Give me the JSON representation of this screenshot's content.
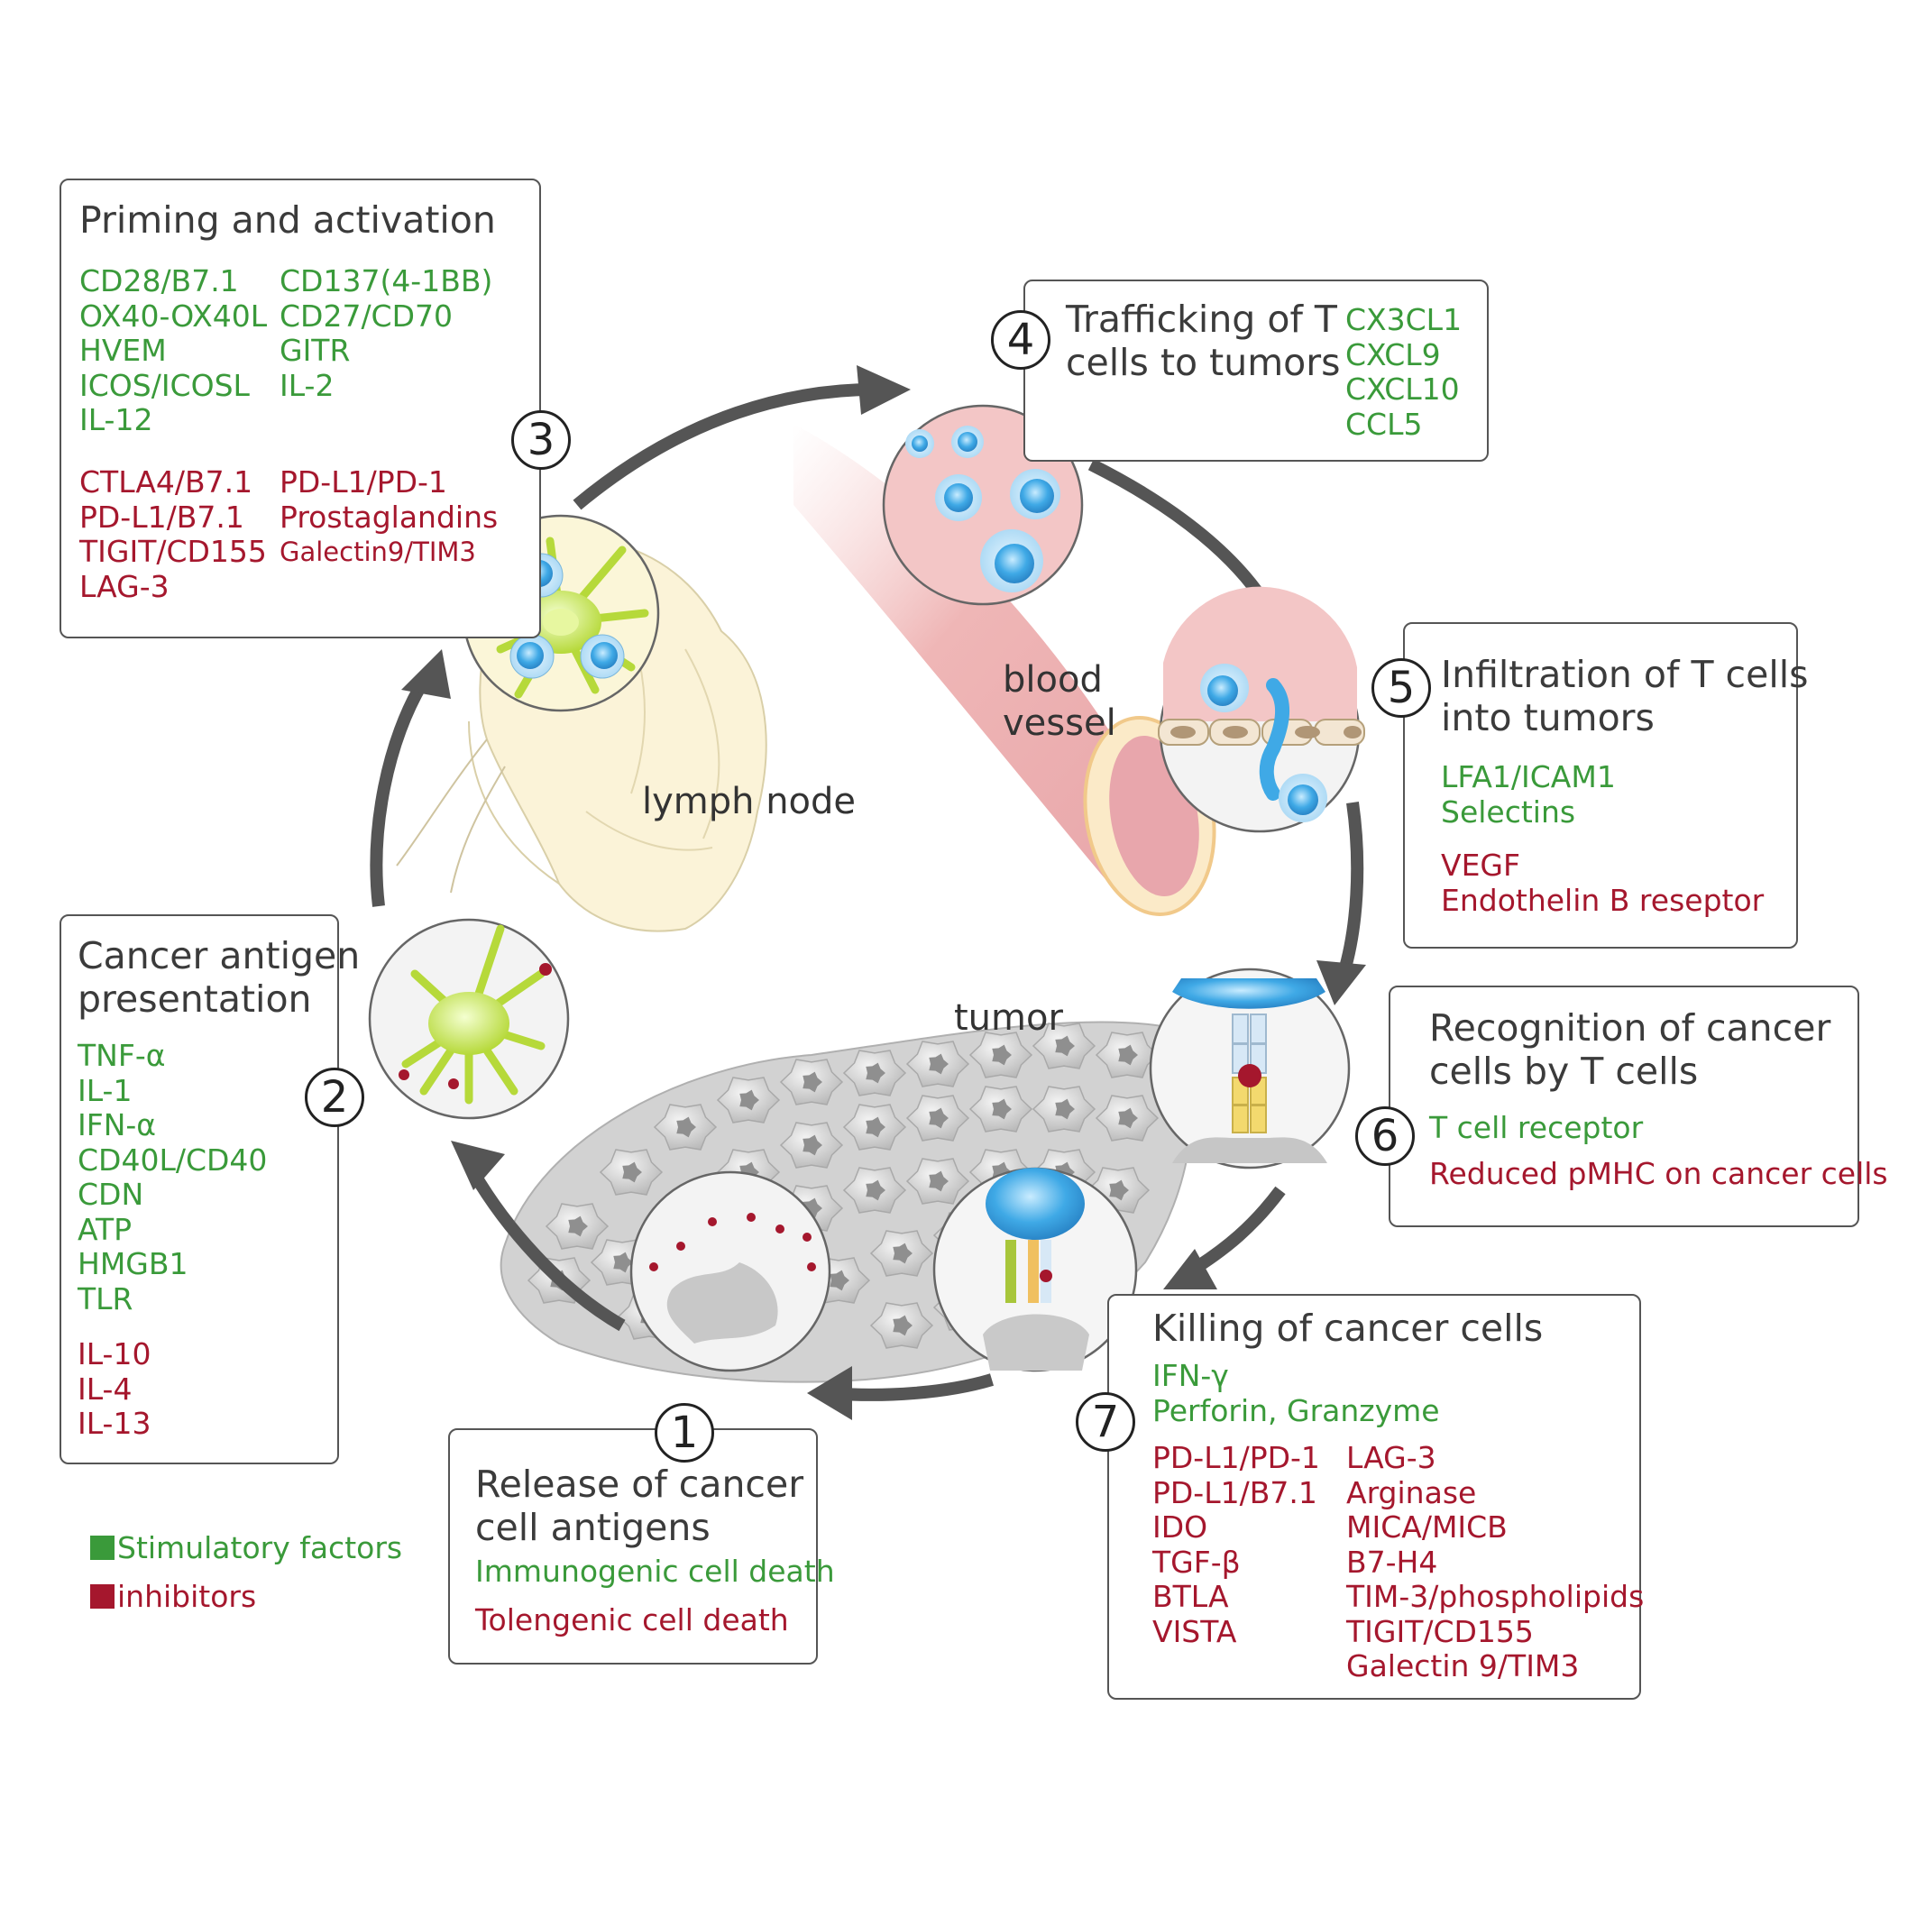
{
  "steps": {
    "s1": {
      "num": "1",
      "title": [
        "Release of cancer",
        "cell antigens"
      ],
      "stim": [
        "Immunogenic cell death"
      ],
      "inhib": [
        "Tolengenic cell death"
      ]
    },
    "s2": {
      "num": "2",
      "title": [
        "Cancer antigen",
        "presentation"
      ],
      "stim": [
        "TNF-α",
        "IL-1",
        "IFN-α",
        "CD40L/CD40",
        "CDN",
        "ATP",
        "HMGB1",
        "TLR"
      ],
      "inhib": [
        "IL-10",
        "IL-4",
        "IL-13"
      ]
    },
    "s3": {
      "num": "3",
      "title": [
        "Priming and activation"
      ],
      "stim_col1": [
        "CD28/B7.1",
        "OX40-OX40L",
        "HVEM",
        "ICOS/ICOSL",
        "IL-12"
      ],
      "stim_col2": [
        "CD137(4-1BB)",
        "CD27/CD70",
        "GITR",
        "IL-2"
      ],
      "inhib_col1": [
        "CTLA4/B7.1",
        "PD-L1/B7.1",
        "TIGIT/CD155",
        "LAG-3"
      ],
      "inhib_col2": [
        "PD-L1/PD-1",
        "Prostaglandins",
        "Galectin9/TIM3"
      ]
    },
    "s4": {
      "num": "4",
      "title": [
        "Trafficking of T",
        "cells to tumors"
      ],
      "stim": [
        "CX3CL1",
        "CXCL9",
        "CXCL10",
        "CCL5"
      ]
    },
    "s5": {
      "num": "5",
      "title": [
        "Infiltration of T cells",
        "into tumors"
      ],
      "stim": [
        "LFA1/ICAM1",
        "Selectins"
      ],
      "inhib": [
        "VEGF",
        "Endothelin B reseptor"
      ]
    },
    "s6": {
      "num": "6",
      "title": [
        "Recognition of cancer",
        "cells by T cells"
      ],
      "stim": [
        "T cell receptor"
      ],
      "inhib": [
        "Reduced pMHC on cancer cells"
      ]
    },
    "s7": {
      "num": "7",
      "title": [
        "Killing of cancer cells"
      ],
      "stim": [
        "IFN-γ",
        "Perforin, Granzyme"
      ],
      "inhib_col1": [
        "PD-L1/PD-1",
        "PD-L1/B7.1",
        "IDO",
        "TGF-β",
        "BTLA",
        "VISTA"
      ],
      "inhib_col2": [
        "LAG-3",
        "Arginase",
        "MICA/MICB",
        "B7-H4",
        "TIM-3/phospholipids",
        "TIGIT/CD155",
        "Galectin 9/TIM3"
      ]
    }
  },
  "labels": {
    "lymph_node": "lymph node",
    "blood_vessel": [
      "blood",
      "vessel"
    ],
    "tumor": "tumor"
  },
  "legend": {
    "stimulatory": "Stimulatory factors",
    "inhibitors": "inhibitors"
  },
  "colors": {
    "stimulatory": "#3a9a3a",
    "inhibitory": "#a5172d",
    "arrow": "#555555"
  }
}
